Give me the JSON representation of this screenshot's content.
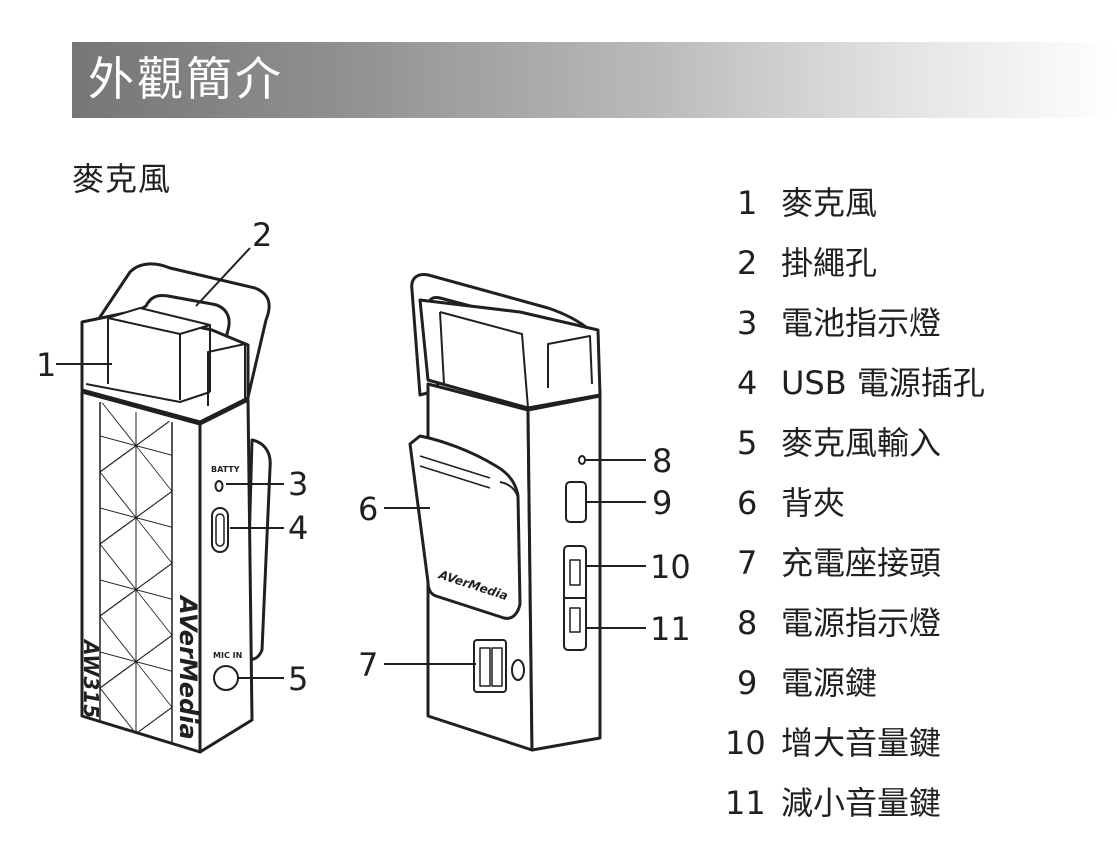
{
  "header": {
    "title": "外觀簡介"
  },
  "section": {
    "title": "麥克風"
  },
  "diagram": {
    "device_front": {
      "brand": "AVerMedia",
      "model": "AW315",
      "battery_label": "BATTY",
      "mic_in_label": "MIC IN"
    },
    "device_back": {
      "brand": "AVerMedia"
    },
    "callouts": [
      "1",
      "2",
      "3",
      "4",
      "5",
      "6",
      "7",
      "8",
      "9",
      "10",
      "11"
    ]
  },
  "legend": [
    {
      "num": "1",
      "label": "麥克風"
    },
    {
      "num": "2",
      "label": "掛繩孔"
    },
    {
      "num": "3",
      "label": "電池指示燈"
    },
    {
      "num": "4",
      "label": "USB 電源插孔"
    },
    {
      "num": "5",
      "label": "麥克風輸入"
    },
    {
      "num": "6",
      "label": "背夾"
    },
    {
      "num": "7",
      "label": "充電座接頭"
    },
    {
      "num": "8",
      "label": "電源指示燈"
    },
    {
      "num": "9",
      "label": "電源鍵"
    },
    {
      "num": "10",
      "label": "增大音量鍵"
    },
    {
      "num": "11",
      "label": "減小音量鍵"
    }
  ]
}
